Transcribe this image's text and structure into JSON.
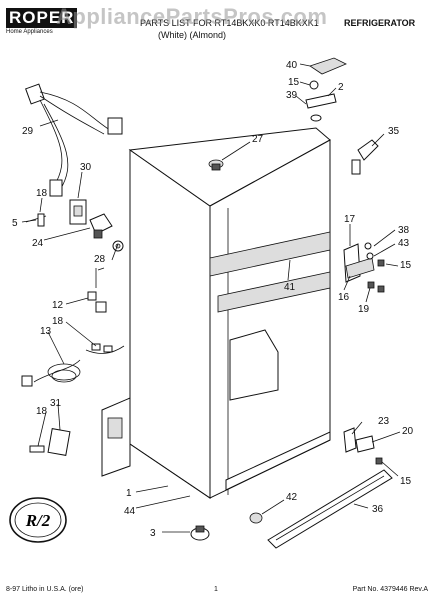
{
  "brand": {
    "logo_text": "ROPER",
    "logo_sub": "Home Appliances"
  },
  "header": {
    "title_right": "REFRIGERATOR",
    "subtitle_line": "PARTS LIST FOR RT14BKXK0 RT14BKXK1",
    "model_colors": "(White)    (Almond)"
  },
  "watermark": "AppliancePartsPros.com",
  "badge": "R/2",
  "footer": {
    "left": "8-97 Litho in U.S.A. (ore)",
    "center": "1",
    "right": "Part No. 4379446 Rev.A"
  },
  "callouts": [
    "40",
    "15",
    "2",
    "39",
    "35",
    "29",
    "27",
    "30",
    "18",
    "5",
    "24",
    "17",
    "38",
    "43",
    "28",
    "18",
    "15",
    "41",
    "12",
    "16",
    "19",
    "13",
    "18",
    "31",
    "18",
    "23",
    "20",
    "15",
    "1",
    "44",
    "42",
    "36",
    "3"
  ]
}
